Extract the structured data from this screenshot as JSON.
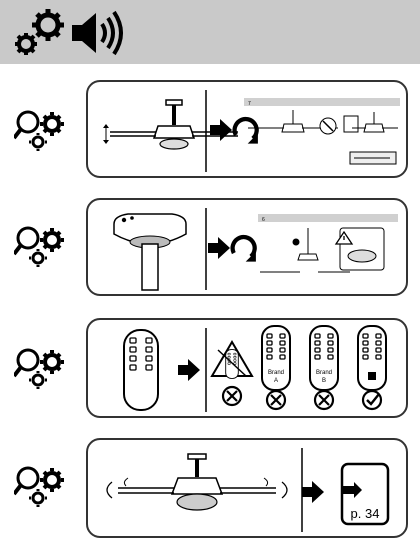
{
  "header": {
    "icons": [
      "settings-gears-icon",
      "speaker-sound-icon"
    ],
    "background_color": "#c9c9c9"
  },
  "steps": [
    {
      "troubleshoot_icon": "magnifier-gears-icon",
      "sub_steps": [
        "7"
      ],
      "action_icons": [
        "arrow-right-icon",
        "rotate-clockwise-icon"
      ]
    },
    {
      "troubleshoot_icon": "magnifier-gears-icon",
      "sub_steps": [
        "6"
      ],
      "action_icons": [
        "arrow-right-icon",
        "rotate-clockwise-icon",
        "warning-triangle-icon"
      ]
    },
    {
      "troubleshoot_icon": "magnifier-gears-icon",
      "remotes": [
        {
          "label": "",
          "status": "cross"
        },
        {
          "label": "Brand\nA",
          "label_line1": "Brand",
          "label_line2": "A",
          "status": "cross"
        },
        {
          "label": "Brand\nB",
          "label_line1": "Brand",
          "label_line2": "B",
          "status": "cross"
        },
        {
          "label": "",
          "status": "check"
        }
      ]
    },
    {
      "troubleshoot_icon": "magnifier-gears-icon",
      "page_ref": "p. 34"
    }
  ]
}
